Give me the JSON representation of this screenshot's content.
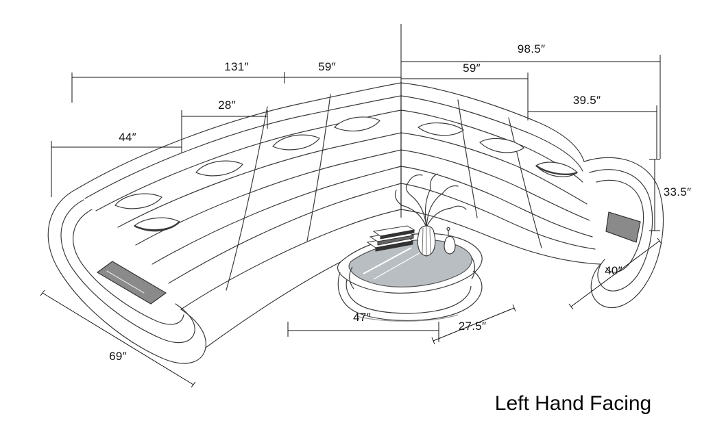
{
  "caption": "Left Hand Facing",
  "dimensions": {
    "left_total": "131″",
    "left_corner_back": "59″",
    "right_corner_back": "59″",
    "right_total": "98.5″",
    "left_back_seat": "28″",
    "right_back_seat": "39.5″",
    "left_chaise_back": "44″",
    "back_height": "33.5″",
    "right_arm_width": "40″",
    "table_width": "47″",
    "table_depth": "27.5″",
    "chaise_length": "69″"
  }
}
